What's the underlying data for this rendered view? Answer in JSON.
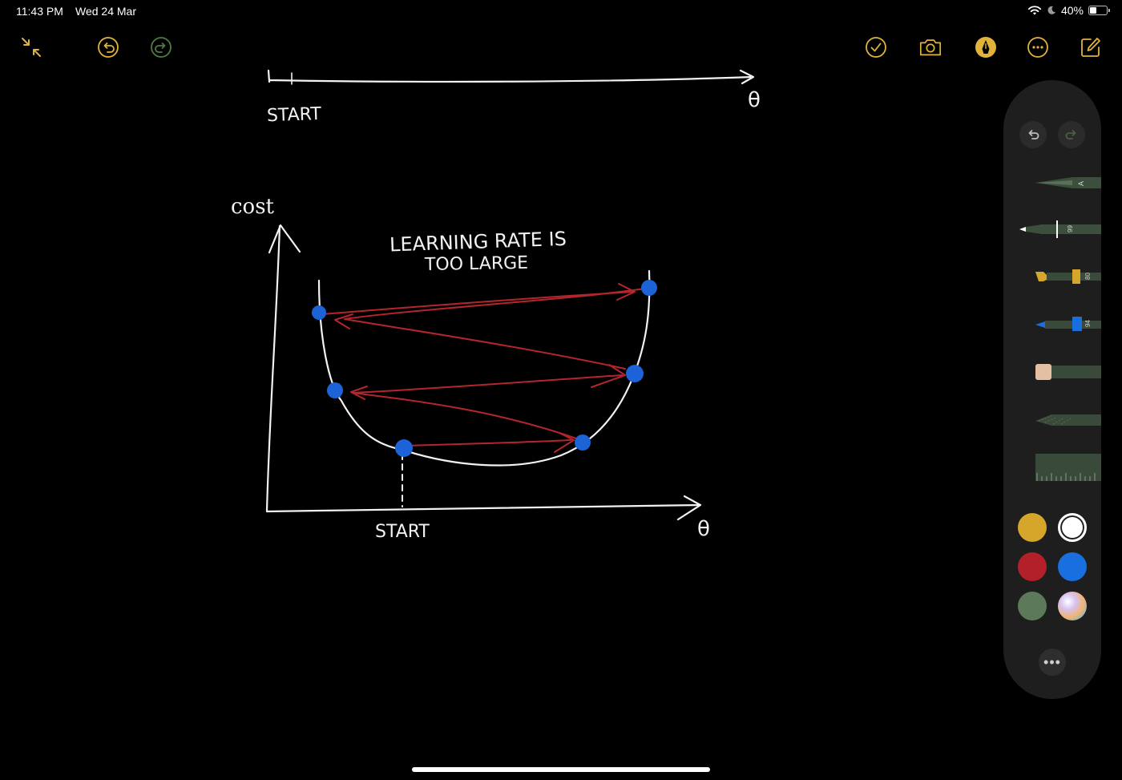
{
  "status_bar": {
    "time": "11:43 PM",
    "date": "Wed 24 Mar",
    "battery_label": "40%",
    "battery_level": 0.4,
    "icons": [
      "wifi-icon",
      "moon-icon",
      "battery-icon"
    ]
  },
  "toolbar": {
    "left": [
      "collapse-icon",
      "undo-icon",
      "redo-icon"
    ],
    "right": [
      "checkmark-icon",
      "camera-icon",
      "pen-markup-icon",
      "more-icon",
      "compose-icon"
    ],
    "accent_color": "#e2b33b"
  },
  "sketch": {
    "top_axis_start_label": "START",
    "top_axis_theta_label": "θ",
    "cost_label": "cost",
    "title_line1": "LEARNING RATE IS",
    "title_line2": "TOO LARGE",
    "bottom_axis_start_label": "START",
    "bottom_axis_theta_label": "θ",
    "ink_color": "#f2f2f2",
    "arrow_color": "#b3262d",
    "point_color": "#1c63d8"
  },
  "palette": {
    "undo_icon": "undo-icon",
    "redo_icon": "redo-icon",
    "tools": [
      {
        "name": "pen-tool",
        "tag": "A"
      },
      {
        "name": "marker-tool",
        "tag": "99"
      },
      {
        "name": "highlighter-tool",
        "tag": "80"
      },
      {
        "name": "pencil-tool",
        "tag": "94"
      },
      {
        "name": "eraser-tool",
        "tag": ""
      },
      {
        "name": "lasso-tool",
        "tag": ""
      },
      {
        "name": "ruler-tool",
        "tag": ""
      }
    ],
    "colors": [
      {
        "name": "yellow",
        "hex": "#d6a62a"
      },
      {
        "name": "white",
        "hex": "#ffffff",
        "selected": true
      },
      {
        "name": "red",
        "hex": "#b3202a"
      },
      {
        "name": "blue",
        "hex": "#1a6fe0"
      },
      {
        "name": "green",
        "hex": "#5c7a5a"
      },
      {
        "name": "multicolor",
        "hex": "#d9c7e8"
      }
    ],
    "more_label": "•••"
  }
}
